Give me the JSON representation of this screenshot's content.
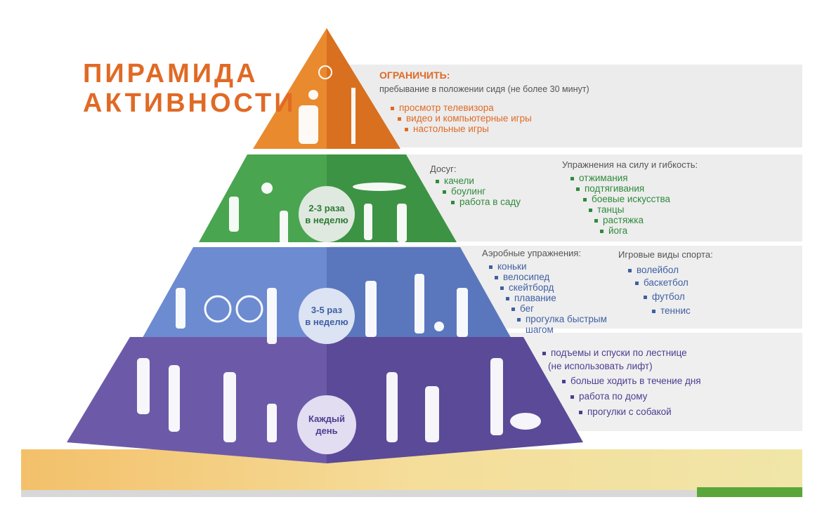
{
  "title": {
    "line1": "ПИРАМИДА",
    "line2": "АКТИВНОСТИ"
  },
  "colors": {
    "orange": "#e98a2e",
    "green": "#4aa550",
    "blue": "#5f7cc6",
    "purple": "#6c5aa9",
    "title": "#e06a25"
  },
  "tiers": {
    "top": {
      "heading": "ОГРАНИЧИТЬ:",
      "subheading": "пребывание в положении сидя (не более 30 минут)",
      "items": [
        "просмотр телевизора",
        "видео и компьютерные игры",
        "настольные игры"
      ]
    },
    "second": {
      "badge_line1": "2-3 раза",
      "badge_line2": "в неделю",
      "leisure_heading": "Досуг:",
      "leisure_items": [
        "качели",
        "боулинг",
        "работа в саду"
      ],
      "strength_heading": "Упражнения на силу и гибкость:",
      "strength_items": [
        "отжимания",
        "подтягивания",
        "боевые искусства",
        "танцы",
        "растяжка",
        "йога"
      ]
    },
    "third": {
      "badge_line1": "3-5 раз",
      "badge_line2": "в неделю",
      "aerobic_heading": "Аэробные упражнения:",
      "aerobic_items": [
        "коньки",
        "велосипед",
        "скейтборд",
        "плавание",
        "бег",
        "прогулка быстрым",
        "шагом"
      ],
      "sport_heading": "Игровые виды спорта:",
      "sport_items": [
        "волейбол",
        "баскетбол",
        "футбол",
        "теннис"
      ]
    },
    "base": {
      "badge_line1": "Каждый",
      "badge_line2": "день",
      "items": [
        "подъемы и спуски по лестнице",
        "(не использовать лифт)",
        "больше ходить в течение дня",
        "работа по дому",
        "прогулки с собакой"
      ]
    }
  }
}
